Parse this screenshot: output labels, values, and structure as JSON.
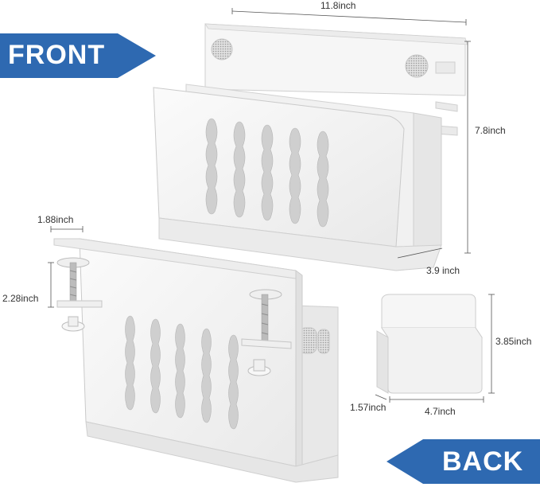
{
  "banners": {
    "front_label": "FRONT",
    "back_label": "BACK",
    "color": "#2e69b1"
  },
  "dimensions": {
    "front_width": "11.8inch",
    "front_height": "7.8inch",
    "front_depth": "3.9 inch",
    "back_hook_depth": "1.88inch",
    "back_clamp_height": "2.28inch",
    "cup_height": "3.85inch",
    "cup_depth": "1.57inch",
    "cup_width": "4.7inch"
  },
  "colors": {
    "product": "#f4f4f4",
    "edge": "#c8c8c8",
    "mesh": "#b8b8b8"
  }
}
